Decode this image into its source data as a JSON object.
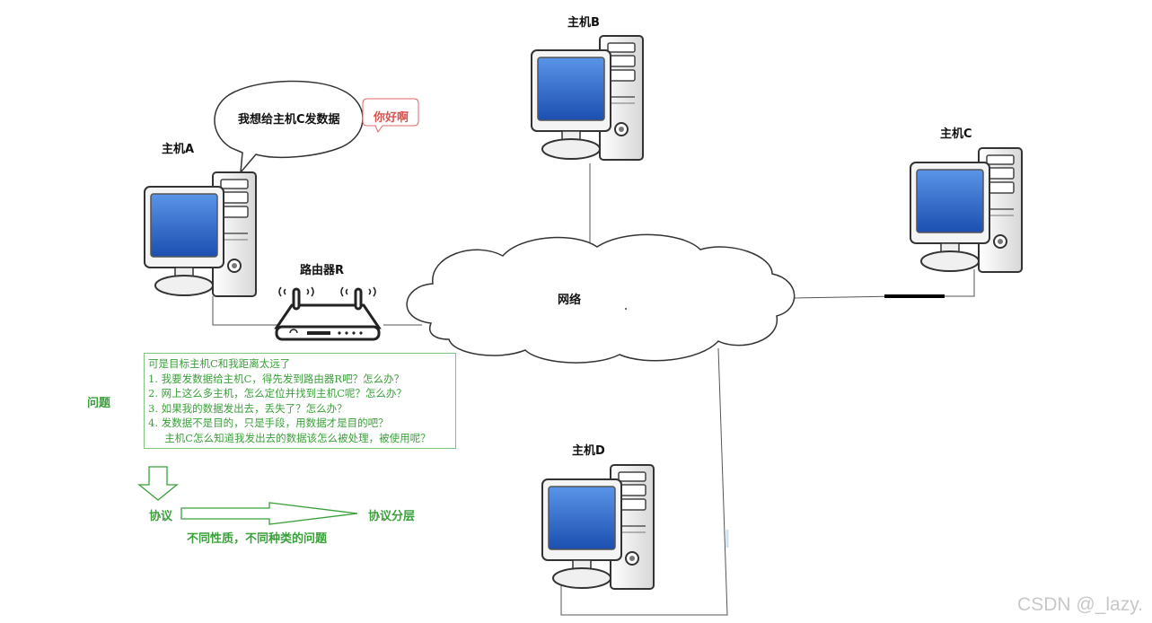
{
  "hosts": {
    "a": "主机A",
    "b": "主机B",
    "c": "主机C",
    "d": "主机D"
  },
  "router_label": "路由器R",
  "network_label": "网络",
  "speech_bubble": "我想给主机C发数据",
  "callout": "你好啊",
  "question_label": "问题",
  "questions": {
    "header": "可是目标主机C和我距离太远了",
    "items": [
      "1.  我要发数据给主机C，得先发到路由器R吧？怎么办？",
      "2.  网上这么多主机，怎么定位并找到主机C呢？怎么办？",
      "3.  如果我的数据发出去，丢失了？怎么办？",
      "4.  发数据不是目的，只是手段，用数据才是目的吧？",
      "     主机C怎么知道我发出去的数据该怎么被处理，被使用呢？"
    ]
  },
  "protocol": {
    "start": "协议",
    "end": "协议分层",
    "caption": "不同性质，不同种类的问题"
  },
  "watermark": "CSDN @_lazy.",
  "colors": {
    "screen_blue": "#2f6fd0",
    "green": "#3aa03a",
    "callout_red": "#d9534f"
  }
}
